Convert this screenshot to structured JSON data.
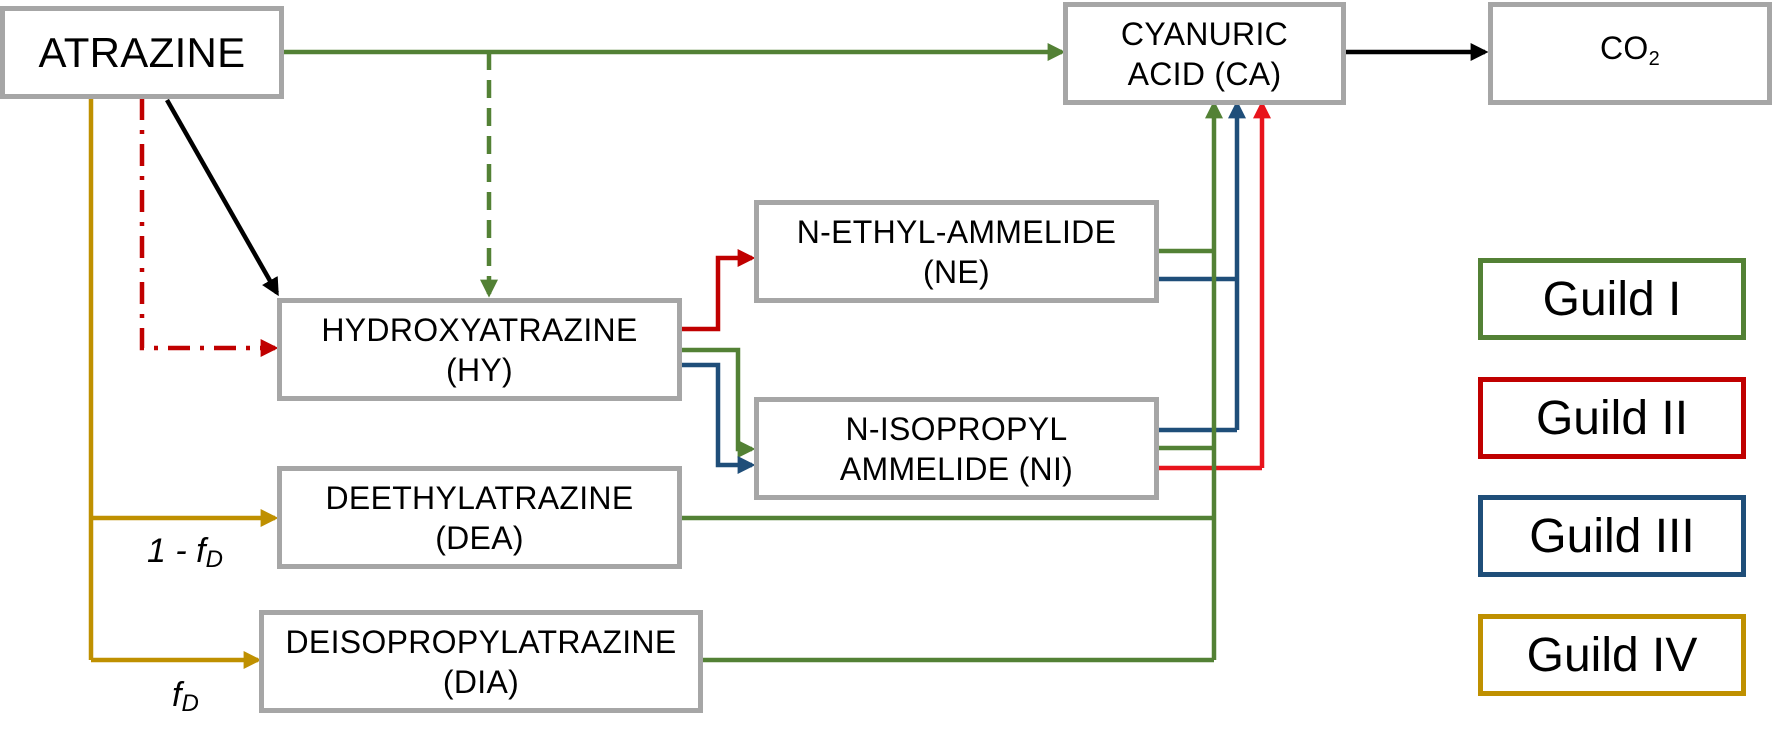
{
  "nodes": {
    "atrazine": "ATRAZINE",
    "cyanuric_acid": [
      "CYANURIC",
      "ACID (CA)"
    ],
    "co2": {
      "main": "CO",
      "sub": "2"
    },
    "hydroxyatrazine": [
      "HYDROXYATRAZINE",
      "(HY)"
    ],
    "n_ethyl_ammelide": [
      "N-ETHYL-AMMELIDE",
      "(NE)"
    ],
    "n_isopropyl_ammelide": [
      "N-ISOPROPYL",
      "AMMELIDE (NI)"
    ],
    "deethylatrazine": [
      "DEETHYLATRAZINE",
      "(DEA)"
    ],
    "deisopropylatrazine": [
      "DEISOPROPYLATRAZINE",
      "(DIA)"
    ]
  },
  "flow_labels": {
    "one_minus_fd": {
      "prefix": "1 - f",
      "sub": "D"
    },
    "fd": {
      "prefix": "f",
      "sub": "D"
    }
  },
  "legend": [
    {
      "label": "Guild I",
      "color": "#538135"
    },
    {
      "label": "Guild II",
      "color": "#c00000"
    },
    {
      "label": "Guild III",
      "color": "#1f4e79"
    },
    {
      "label": "Guild IV",
      "color": "#bf9000"
    }
  ],
  "colors": {
    "guild_i": "#538135",
    "guild_ii": "#c00000",
    "guild_ii_bright": "#e8141c",
    "guild_iii": "#1f4e79",
    "guild_iv": "#bf9000",
    "abiotic": "#000000",
    "box_border": "#a6a6a6"
  }
}
